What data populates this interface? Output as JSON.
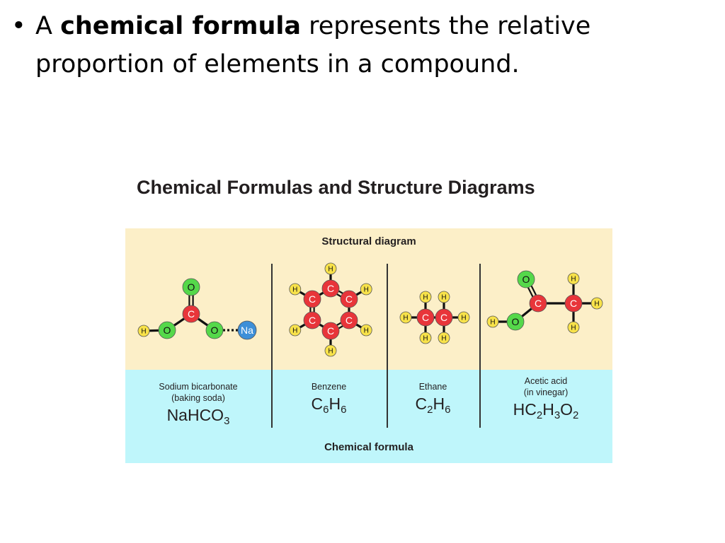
{
  "slide": {
    "bullet": "•",
    "text_pre": "A ",
    "text_bold": "chemical formula",
    "text_post": " represents the relative proportion of elements in a compound."
  },
  "diagram": {
    "title": "Chemical Formulas and Structure Diagrams",
    "structural_label": "Structural diagram",
    "formula_label": "Chemical formula",
    "colors": {
      "top_band": "#fcefc8",
      "bottom_band": "#bff6fb",
      "oxygen": "#55d84a",
      "carbon": "#e8353a",
      "hydrogen": "#f8e24a",
      "sodium": "#3d8fd8"
    },
    "compounds": [
      {
        "name_line1": "Sodium bicarbonate",
        "name_line2": "(baking soda)",
        "formula": [
          {
            "t": "NaHCO"
          },
          {
            "s": "3"
          }
        ]
      },
      {
        "name_line1": "Benzene",
        "name_line2": "",
        "formula": [
          {
            "t": "C"
          },
          {
            "s": "6"
          },
          {
            "t": "H"
          },
          {
            "s": "6"
          }
        ]
      },
      {
        "name_line1": "Ethane",
        "name_line2": "",
        "formula": [
          {
            "t": "C"
          },
          {
            "s": "2"
          },
          {
            "t": "H"
          },
          {
            "s": "6"
          }
        ]
      },
      {
        "name_line1": "Acetic acid",
        "name_line2": "(in vinegar)",
        "formula": [
          {
            "t": "HC"
          },
          {
            "s": "2"
          },
          {
            "t": "H"
          },
          {
            "s": "3"
          },
          {
            "t": "O"
          },
          {
            "s": "2"
          }
        ]
      }
    ],
    "atom_labels": {
      "O": "O",
      "C": "C",
      "H": "H",
      "Na": "Na"
    }
  }
}
